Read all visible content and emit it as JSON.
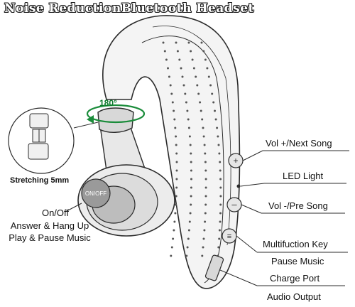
{
  "title": "Noise ReductionBluetooth  Headset",
  "rotation": {
    "angle_label": "180°",
    "arrow_color": "#1a8c3a"
  },
  "stretch_label": "Stretching 5mm",
  "button_text": "ON/OFF",
  "left_callout": {
    "line1": "On/Off",
    "line2": "Answer & Hang Up",
    "line3": "Play & Pause Music"
  },
  "right_callouts": {
    "vol_up": "Vol +/Next Song",
    "led": "LED Light",
    "vol_down": "Vol -/Pre Song",
    "multi_line1": "Multifuction Key",
    "multi_line2": "Pause Music",
    "charge_line1": "Charge Port",
    "charge_line2": "Audio Output"
  },
  "colors": {
    "outline": "#2b2b2b",
    "body": "#f4f4f4",
    "dots": "#555555",
    "accent": "#1a8c3a"
  }
}
